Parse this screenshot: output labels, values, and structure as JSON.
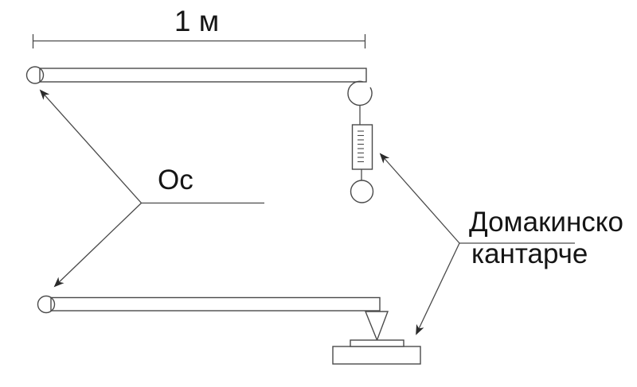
{
  "diagram": {
    "dimension_label": "1 м",
    "axis_label": "Ос",
    "device_label_line1": "Домакинско",
    "device_label_line2": "кантарче",
    "colors": {
      "background": "#ffffff",
      "line": "#4a4a4a",
      "arrow": "#2b2b2b",
      "text": "#151515"
    }
  }
}
